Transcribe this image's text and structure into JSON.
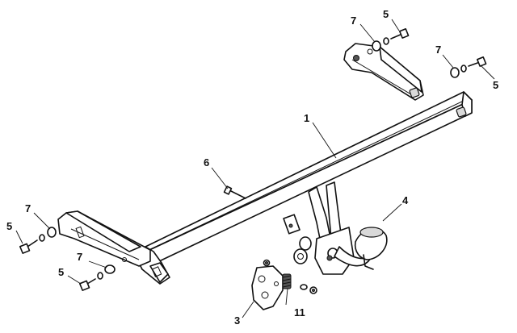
{
  "callouts": {
    "frame": "1",
    "electrical_plate": "3",
    "ball_neck": "4",
    "bolt_top_left": "5",
    "bolt_top_right": "5",
    "bolt_left_top": "5",
    "bolt_left_bottom": "5",
    "screw": "6",
    "washer_top_left": "7",
    "washer_top_right": "7",
    "washer_left_top": "7",
    "washer_left_bottom": "7",
    "spring": "11"
  }
}
